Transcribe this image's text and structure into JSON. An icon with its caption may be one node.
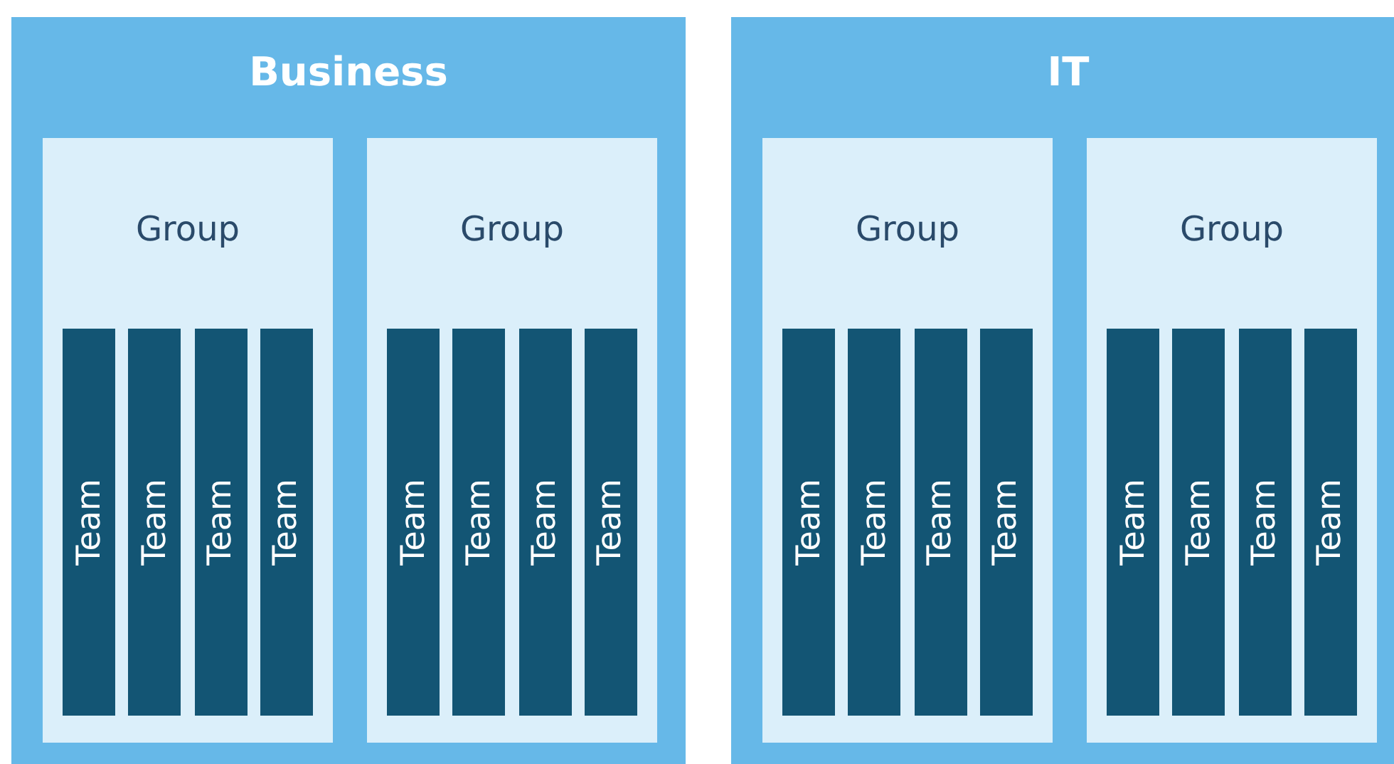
{
  "diagram": {
    "nodes": [
      {
        "text": [
          "Business"
        ]
      },
      {
        "text": [
          "Group"
        ],
        "in": 0
      },
      {
        "text": [
          "Team"
        ],
        "in": 1
      },
      {
        "text": [
          "Team"
        ],
        "in": 1
      },
      {
        "text": [
          "Team"
        ],
        "in": 1
      },
      {
        "text": [
          "Team"
        ],
        "in": 1
      },
      {
        "text": [
          "Group"
        ],
        "in": 0
      },
      {
        "text": [
          "Team"
        ],
        "in": 6
      },
      {
        "text": [
          "Team"
        ],
        "in": 6
      },
      {
        "text": [
          "Team"
        ],
        "in": 6
      },
      {
        "text": [
          "Team"
        ],
        "in": 6
      },
      {
        "text": [
          "IT"
        ]
      },
      {
        "text": [
          "Group"
        ],
        "in": 11
      },
      {
        "text": [
          "Team"
        ],
        "in": 12
      },
      {
        "text": [
          "Team"
        ],
        "in": 12
      },
      {
        "text": [
          "Team"
        ],
        "in": 12
      },
      {
        "text": [
          "Team"
        ],
        "in": 12
      },
      {
        "text": [
          "Group"
        ],
        "in": 11
      },
      {
        "text": [
          "Team"
        ],
        "in": 17
      },
      {
        "text": [
          "Team"
        ],
        "in": 17
      },
      {
        "text": [
          "Team"
        ],
        "in": 17
      },
      {
        "text": [
          "Team"
        ],
        "in": 17
      }
    ]
  }
}
